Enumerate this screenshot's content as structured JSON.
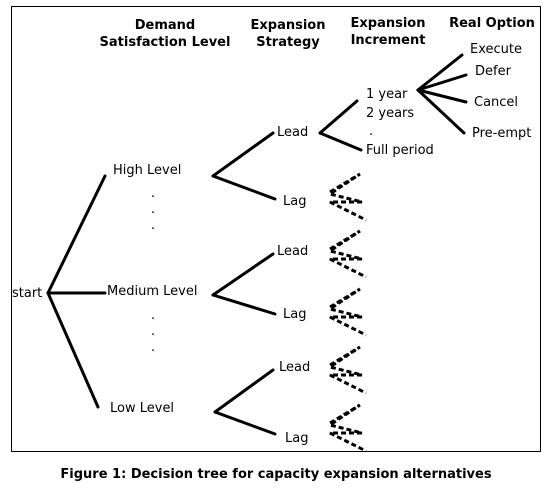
{
  "headers": {
    "demand": "Demand\nSatisfaction Level",
    "strategy": "Expansion\nStrategy",
    "increment": "Expansion\nIncrement",
    "option": "Real Option"
  },
  "root": "start",
  "levels": {
    "high": "High Level",
    "medium": "Medium Level",
    "low": "Low Level"
  },
  "strategies": {
    "lead": "Lead",
    "lag": "Lag"
  },
  "increments": [
    "1 year",
    "2 years",
    ".",
    "Full period"
  ],
  "options": [
    "Execute",
    "Defer",
    "Cancel",
    "Pre-empt"
  ],
  "ellipsis": ".\n.\n.",
  "caption": "Figure 1: Decision tree for capacity expansion alternatives"
}
